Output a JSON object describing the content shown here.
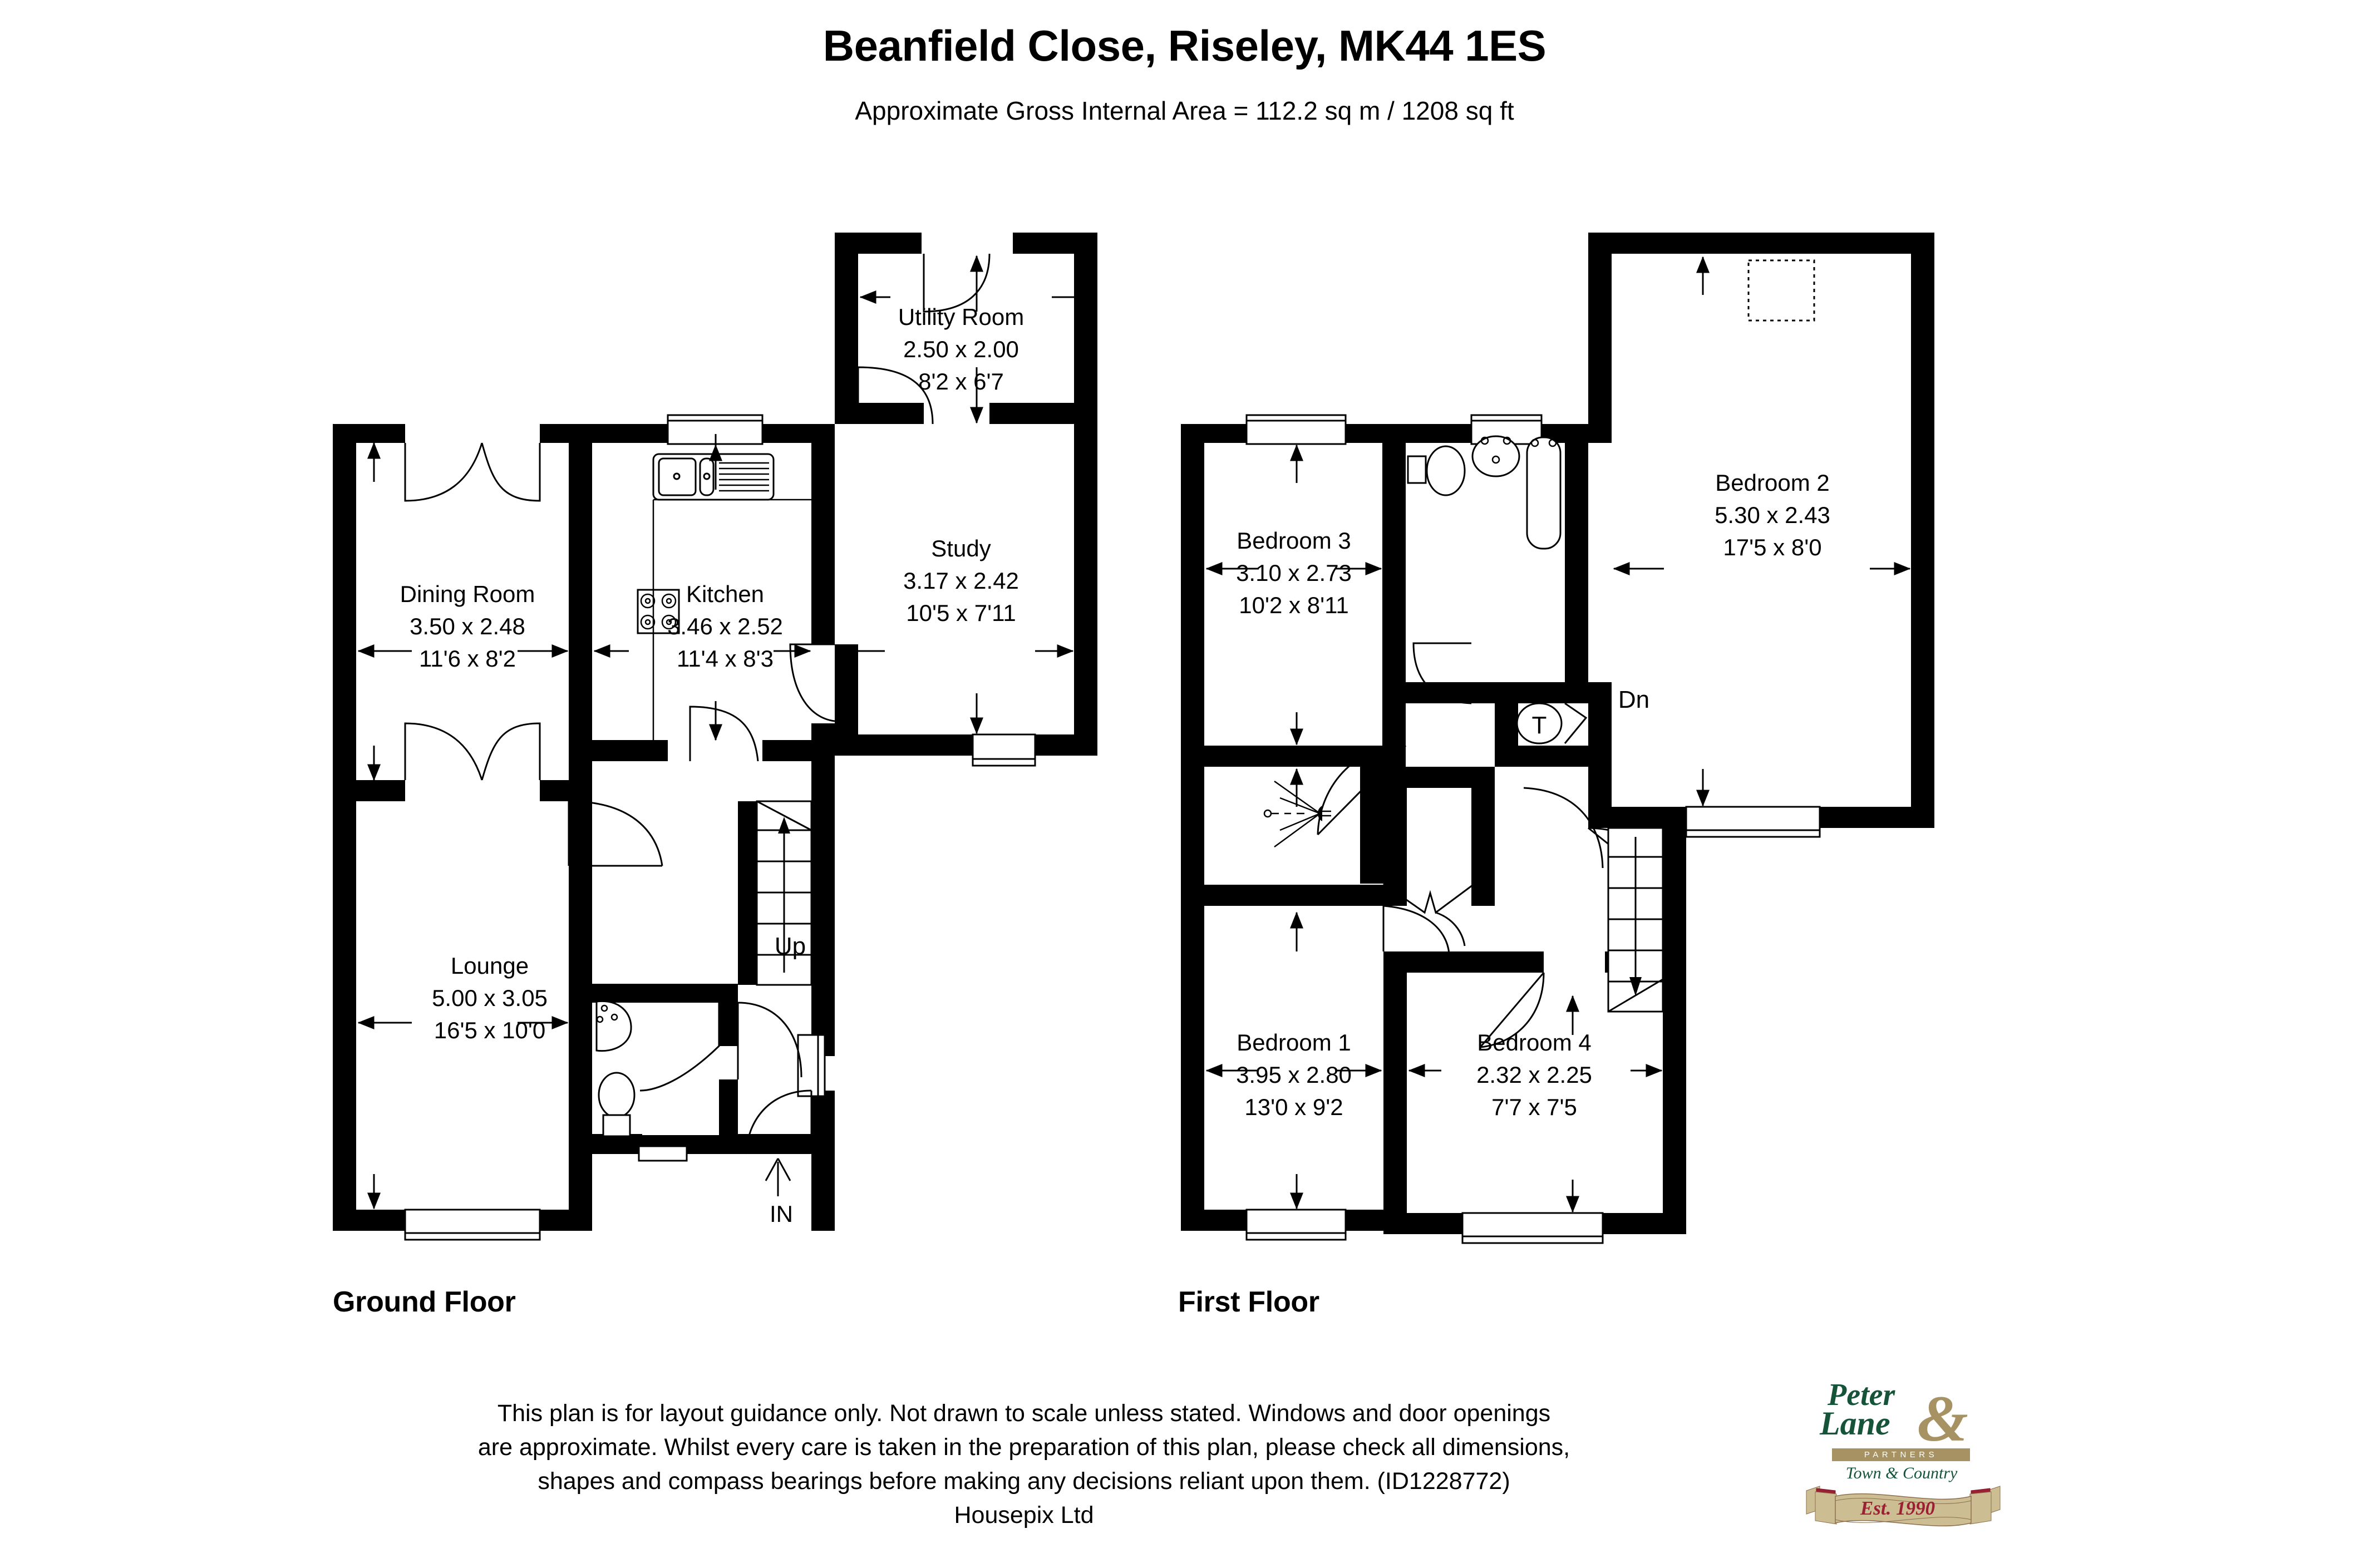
{
  "header": {
    "title": "Beanfield Close, Riseley, MK44 1ES",
    "subtitle": "Approximate Gross Internal Area = 112.2 sq m / 1208 sq ft"
  },
  "floors": [
    {
      "key": "ground",
      "caption": "Ground Floor"
    },
    {
      "key": "first",
      "caption": "First Floor"
    }
  ],
  "ground_floor": {
    "caption": "Ground Floor",
    "rooms": [
      {
        "name": "Dining Room",
        "metric": "3.50 x 2.48",
        "imperial": "11'6 x 8'2"
      },
      {
        "name": "Kitchen",
        "metric": "3.46 x 2.52",
        "imperial": "11'4 x 8'3"
      },
      {
        "name": "Utility Room",
        "metric": "2.50 x 2.00",
        "imperial": "8'2 x 6'7"
      },
      {
        "name": "Study",
        "metric": "3.17 x 2.42",
        "imperial": "10'5 x 7'11"
      },
      {
        "name": "Lounge",
        "metric": "5.00 x 3.05",
        "imperial": "16'5 x 10'0"
      }
    ],
    "markers": [
      {
        "label": "Up",
        "name": "stairs-up-label"
      },
      {
        "label": "IN",
        "name": "entrance-label"
      }
    ]
  },
  "first_floor": {
    "caption": "First Floor",
    "rooms": [
      {
        "name": "Bedroom 1",
        "metric": "3.95 x 2.80",
        "imperial": "13'0 x 9'2"
      },
      {
        "name": "Bedroom 2",
        "metric": "5.30 x 2.43",
        "imperial": "17'5 x 8'0"
      },
      {
        "name": "Bedroom 3",
        "metric": "3.10 x 2.73",
        "imperial": "10'2 x 8'11"
      },
      {
        "name": "Bedroom 4",
        "metric": "2.32 x 2.25",
        "imperial": "7'7 x 7'5"
      }
    ],
    "markers": [
      {
        "label": "Dn",
        "name": "stairs-down-label"
      },
      {
        "label": "T",
        "name": "tank-cupboard-label"
      }
    ]
  },
  "footer": {
    "line1": "This plan is for layout guidance only. Not drawn to scale unless stated. Windows and door openings",
    "line2": "are approximate. Whilst every care is taken in the preparation of this plan, please check all dimensions,",
    "line3": "shapes and compass bearings before making any decisions reliant upon them. (ID1228772)",
    "line4": "Housepix Ltd"
  },
  "logo": {
    "name_top": "Peter",
    "name_bottom": "Lane",
    "ampersand": "&",
    "partners": "PARTNERS",
    "tagline": "Town & Country",
    "established": "Est. 1990",
    "colors": {
      "green": "#16543a",
      "gold": "#a79263",
      "ribbon_light": "#cdbd93",
      "ribbon_dark": "#8d1f33",
      "red": "#9b2033"
    }
  },
  "style": {
    "wall_color": "#000000",
    "background": "#ffffff",
    "fixture_stroke": "#000000"
  }
}
